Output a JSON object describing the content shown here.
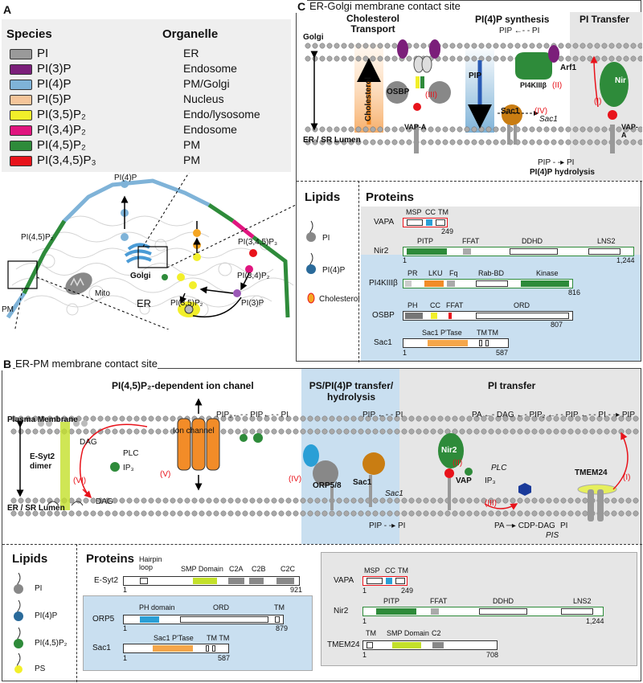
{
  "panelA": {
    "letter": "A",
    "species_header": "Species",
    "organelle_header": "Organelle",
    "rows": [
      {
        "species": "PI",
        "organelle": "ER",
        "color": "#9a9a9a"
      },
      {
        "species": "PI(3)P",
        "organelle": "Endosome",
        "color": "#7b1f7a"
      },
      {
        "species": "PI(4)P",
        "organelle": "PM/Golgi",
        "color": "#7fb3d8"
      },
      {
        "species": "PI(5)P",
        "organelle": "Nucleus",
        "color": "#f5c59a"
      },
      {
        "species": "PI(3,5)P₂",
        "organelle": "Endo/lysosome",
        "color": "#f2ef2a"
      },
      {
        "species": "PI(3,4)P₂",
        "organelle": "Endosome",
        "color": "#e0157f"
      },
      {
        "species": "PI(4,5)P₂",
        "organelle": "PM",
        "color": "#2e8b3a"
      },
      {
        "species": "PI(3,4,5)P₃",
        "organelle": "PM",
        "color": "#e8131b"
      }
    ],
    "cell_labels": {
      "pi4p": "PI(4)P",
      "pi45p2": "PI(4,5)P₂",
      "pi345p3": "PI(3,4,5)P₃",
      "pi34p2": "PI(3,4)P₂",
      "pi35p2": "PI(3,5)P₂",
      "pi3p": "PI(3)P",
      "golgi": "Golgi",
      "mito": "Mito",
      "er": "ER",
      "pm": "PM"
    }
  },
  "panelC": {
    "letter": "C",
    "title": "ER-Golgi membrane contact site",
    "cholesterol_transport": "Cholesterol Transport",
    "pi4p_synthesis": "PI(4)P synthesis",
    "pi_transfer": "PI Transfer",
    "golgi": "Golgi",
    "er_lumen": "ER / SR Lumen",
    "pip_pi": "PIP ←- - PI",
    "pip_pi_bottom": "PIP - -▸ PI",
    "pi4p_hydrolysis": "PI(4)P hydrolysis",
    "cholesterol_arrow": "Cholesterol",
    "pip_arrow": "PIP",
    "osbp": "OSBP",
    "vapa": "VAP-A",
    "vapa2": "VAP-A",
    "sac1": "Sac1",
    "sac1_italic": "Sac1",
    "arf1": "Arf1",
    "pi4k": "PI4KIIIβ",
    "nir": "Nir",
    "num_iii": "(III)",
    "num_ii": "(II)",
    "num_iv": "(IV)",
    "num_i": "(I)",
    "lipids_title": "Lipids",
    "proteins_title": "Proteins",
    "lipid_pi": "PI",
    "lipid_pi4p": "PI(4)P",
    "lipid_chol": "Cholesterol",
    "proteins": [
      {
        "name": "VAPA",
        "end": "249",
        "domains": [
          "MSP",
          "CC",
          "TM"
        ]
      },
      {
        "name": "Nir2",
        "end": "1,244",
        "domains": [
          "PITP",
          "FFAT",
          "DDHD",
          "LNS2"
        ]
      },
      {
        "name": "PI4KIIIβ",
        "end": "816",
        "domains": [
          "PR",
          "LKU",
          "Fq",
          "Rab-BD",
          "Kinase"
        ]
      },
      {
        "name": "OSBP",
        "end": "807",
        "domains": [
          "PH",
          "CC",
          "FFAT",
          "ORD"
        ]
      },
      {
        "name": "Sac1",
        "end": "587",
        "domains": [
          "Sac1 P'Tase",
          "TM",
          "TM"
        ]
      }
    ],
    "start": "1"
  },
  "panelB": {
    "letter": "B",
    "title": "ER-PM membrane contact site",
    "ion_title": "PI(4,5)P₂-dependent ion chanel",
    "ps_title": "PS/PI(4)P transfer/ hydrolysis",
    "pi_transfer": "PI transfer",
    "plasma_membrane": "Plasma Membrane",
    "er_lumen": "ER / SR Lumen",
    "ion_channel": "Ion channel",
    "esyt2": "E-Syt2 dimer",
    "dag": "DAG",
    "dag2": "DAG",
    "plc": "PLC",
    "plc2": "PLC",
    "ip3": "IP₃",
    "ip3b": "IP₃",
    "pip2_pi": "PIP₂←- - PIP←- - PI",
    "pip_pi": "PIP ←- - PI",
    "pa_chain": "PA ←- DAG ←- PIP₂ ←- - PIP ←- - PI - -▸ PIP",
    "pip_pi_bottom": "PIP - -▸ PI",
    "pa_cdp": "PA ─▸ CDP-DAG",
    "pis": "PIS",
    "pi_end": "PI",
    "orp58": "ORP5/8",
    "sac1": "Sac1",
    "sac1_it": "Sac1",
    "nir2": "Nir2",
    "vap": "VAP",
    "tmem24": "TMEM24",
    "n_vi": "(VI)",
    "n_v": "(V)",
    "n_iv": "(IV)",
    "n_ii": "(II)",
    "n_iii": "(III)",
    "n_i": "(I)",
    "lipids_title": "Lipids",
    "proteins_title": "Proteins",
    "lipid_pi": "PI",
    "lipid_pi4p": "PI(4)P",
    "lipid_pi45p2": "PI(4,5)P₂",
    "lipid_ps": "PS",
    "proteins": [
      {
        "name": "E-Syt2",
        "end": "921",
        "domains": [
          "Hairpin loop",
          "SMP Domain",
          "C2A",
          "C2B",
          "C2C"
        ]
      },
      {
        "name": "ORP5",
        "end": "879",
        "domains": [
          "PH domain",
          "ORD",
          "TM"
        ]
      },
      {
        "name": "Sac1",
        "end": "587",
        "domains": [
          "Sac1 P'Tase",
          "TM TM"
        ]
      },
      {
        "name": "VAPA",
        "end": "249",
        "domains": [
          "MSP",
          "CC",
          "TM"
        ]
      },
      {
        "name": "Nir2",
        "end": "1,244",
        "domains": [
          "PITP",
          "FFAT",
          "DDHD",
          "LNS2"
        ]
      },
      {
        "name": "TMEM24",
        "end": "708",
        "domains": [
          "TM",
          "SMP Domain",
          "C2"
        ]
      }
    ],
    "start": "1"
  }
}
